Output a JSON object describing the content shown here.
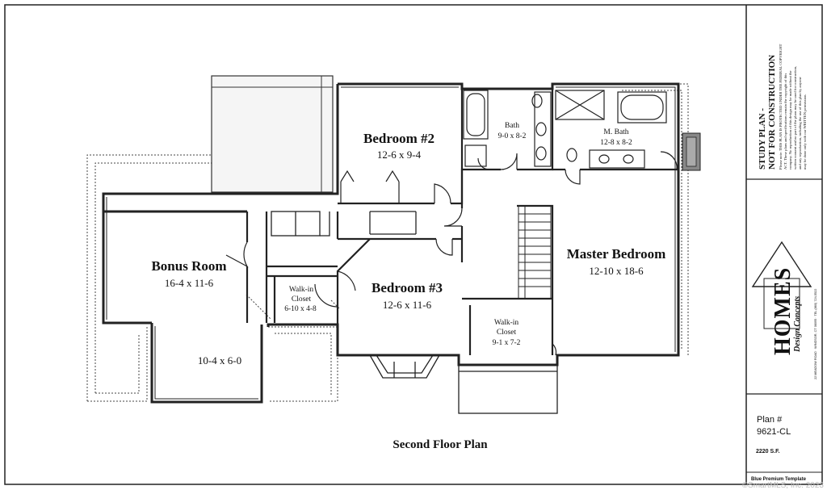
{
  "rooms": {
    "bedroom2": {
      "name": "Bedroom #2",
      "size": "12-6 x 9-4"
    },
    "bath": {
      "name": "Bath",
      "size": "9-0 x 8-2"
    },
    "mbath": {
      "name": "M. Bath",
      "size": "12-8 x 8-2"
    },
    "bonus": {
      "name": "Bonus Room",
      "size": "16-4 x 11-6"
    },
    "walkin1": {
      "name_line1": "Walk-in",
      "name_line2": "Closet",
      "size": "6-10 x 4-8"
    },
    "bedroom3": {
      "name": "Bedroom #3",
      "size": "12-6 x 11-6"
    },
    "master": {
      "name": "Master Bedroom",
      "size": "12-10 x 18-6"
    },
    "walkin2": {
      "name_line1": "Walk-in",
      "name_line2": "Closet",
      "size": "9-1 x 7-2"
    },
    "lower": {
      "size": "10-4 x 6-0"
    }
  },
  "plan_title": "Second Floor Plan",
  "sidebar": {
    "study_line1": "STUDY PLAN -",
    "study_line2": "NOT FOR CONSTRUCTION",
    "notice_lines": [
      "Please note: THIS PLAN IS PROTECTED UNDER THE FEDERAL COPYRIGHT",
      "ACT. These plans and specifications remain the copyright of this",
      "company. No reproduction of this design may be made without the",
      "written consent and no part of the plans may be used for construction,",
      "and any reproduction, including the use of this plan by anyone",
      "may be done only with our WRITTEN permission."
    ],
    "logo_text": "HOMES",
    "logo_sub": "Design Concepts",
    "address": "22 MEADOW ROAD · WINDSOR, CT 06095 · TEL (860) 724-5522",
    "plan_label": "Plan #",
    "plan_number": "9621-CL",
    "sqft": "2220 S.F.",
    "template": "Blue Premium Template"
  },
  "watermark": "©SmartMLS, Inc. 2023"
}
